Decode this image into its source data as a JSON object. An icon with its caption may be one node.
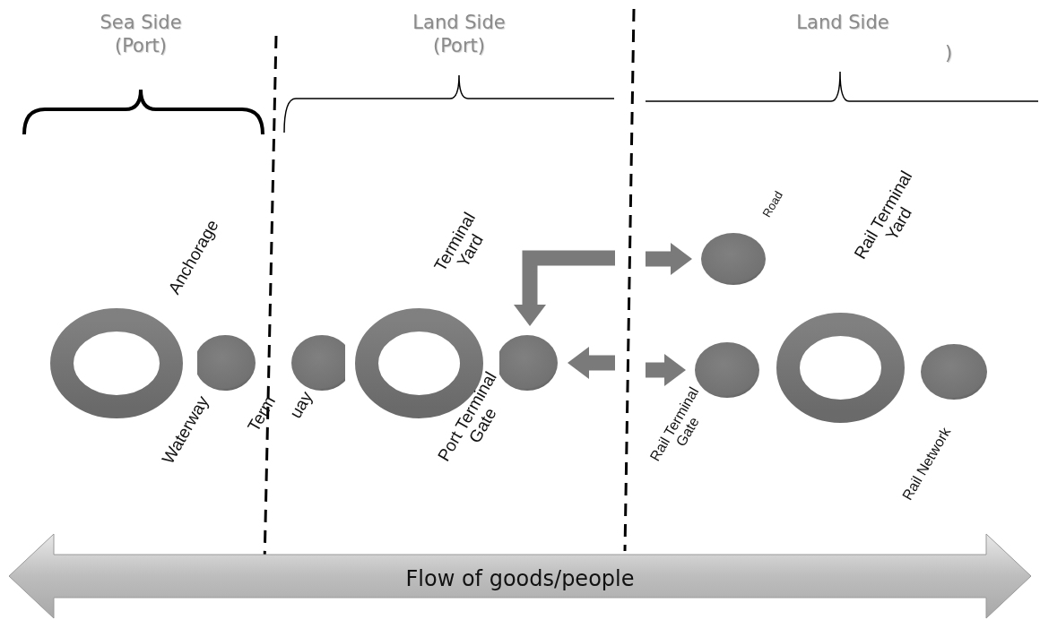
{
  "diagram": {
    "nodes": [
      {
        "text": [],
        "shape": "ring",
        "beside": [
          "Anchorage"
        ]
      },
      {
        "text": [],
        "shape": "circle",
        "beside": [
          "Waterway"
        ]
      },
      {
        "text": [],
        "shape": "circle",
        "beside": [
          "Term",
          "uay"
        ]
      },
      {
        "text": [],
        "shape": "ring",
        "beside": [
          "Terminal Yard"
        ]
      },
      {
        "text": [],
        "shape": "circle",
        "beside": [
          "Port Terminal Gate"
        ]
      },
      {
        "text": [],
        "shape": "circle",
        "beside": [
          "Road"
        ]
      },
      {
        "text": [],
        "shape": "circle",
        "beside": [
          "Rail Terminal Gate"
        ]
      },
      {
        "text": [],
        "shape": "ring",
        "beside": [
          "Rail Terminal Yard"
        ]
      },
      {
        "text": [],
        "shape": "circle",
        "beside": [
          "Rail Network"
        ]
      }
    ],
    "edges": [
      {
        "from": null,
        "to": 4,
        "arrow": "to"
      },
      {
        "from": null,
        "to": 5,
        "arrow": "to"
      },
      {
        "from": null,
        "to": 4,
        "arrow": "to"
      },
      {
        "from": null,
        "to": 6,
        "arrow": "to"
      }
    ],
    "labels": [
      "Sea Side (Port)",
      "Land Side (Port)",
      "Land Side",
      ")",
      "Flow of goods/people"
    ]
  }
}
